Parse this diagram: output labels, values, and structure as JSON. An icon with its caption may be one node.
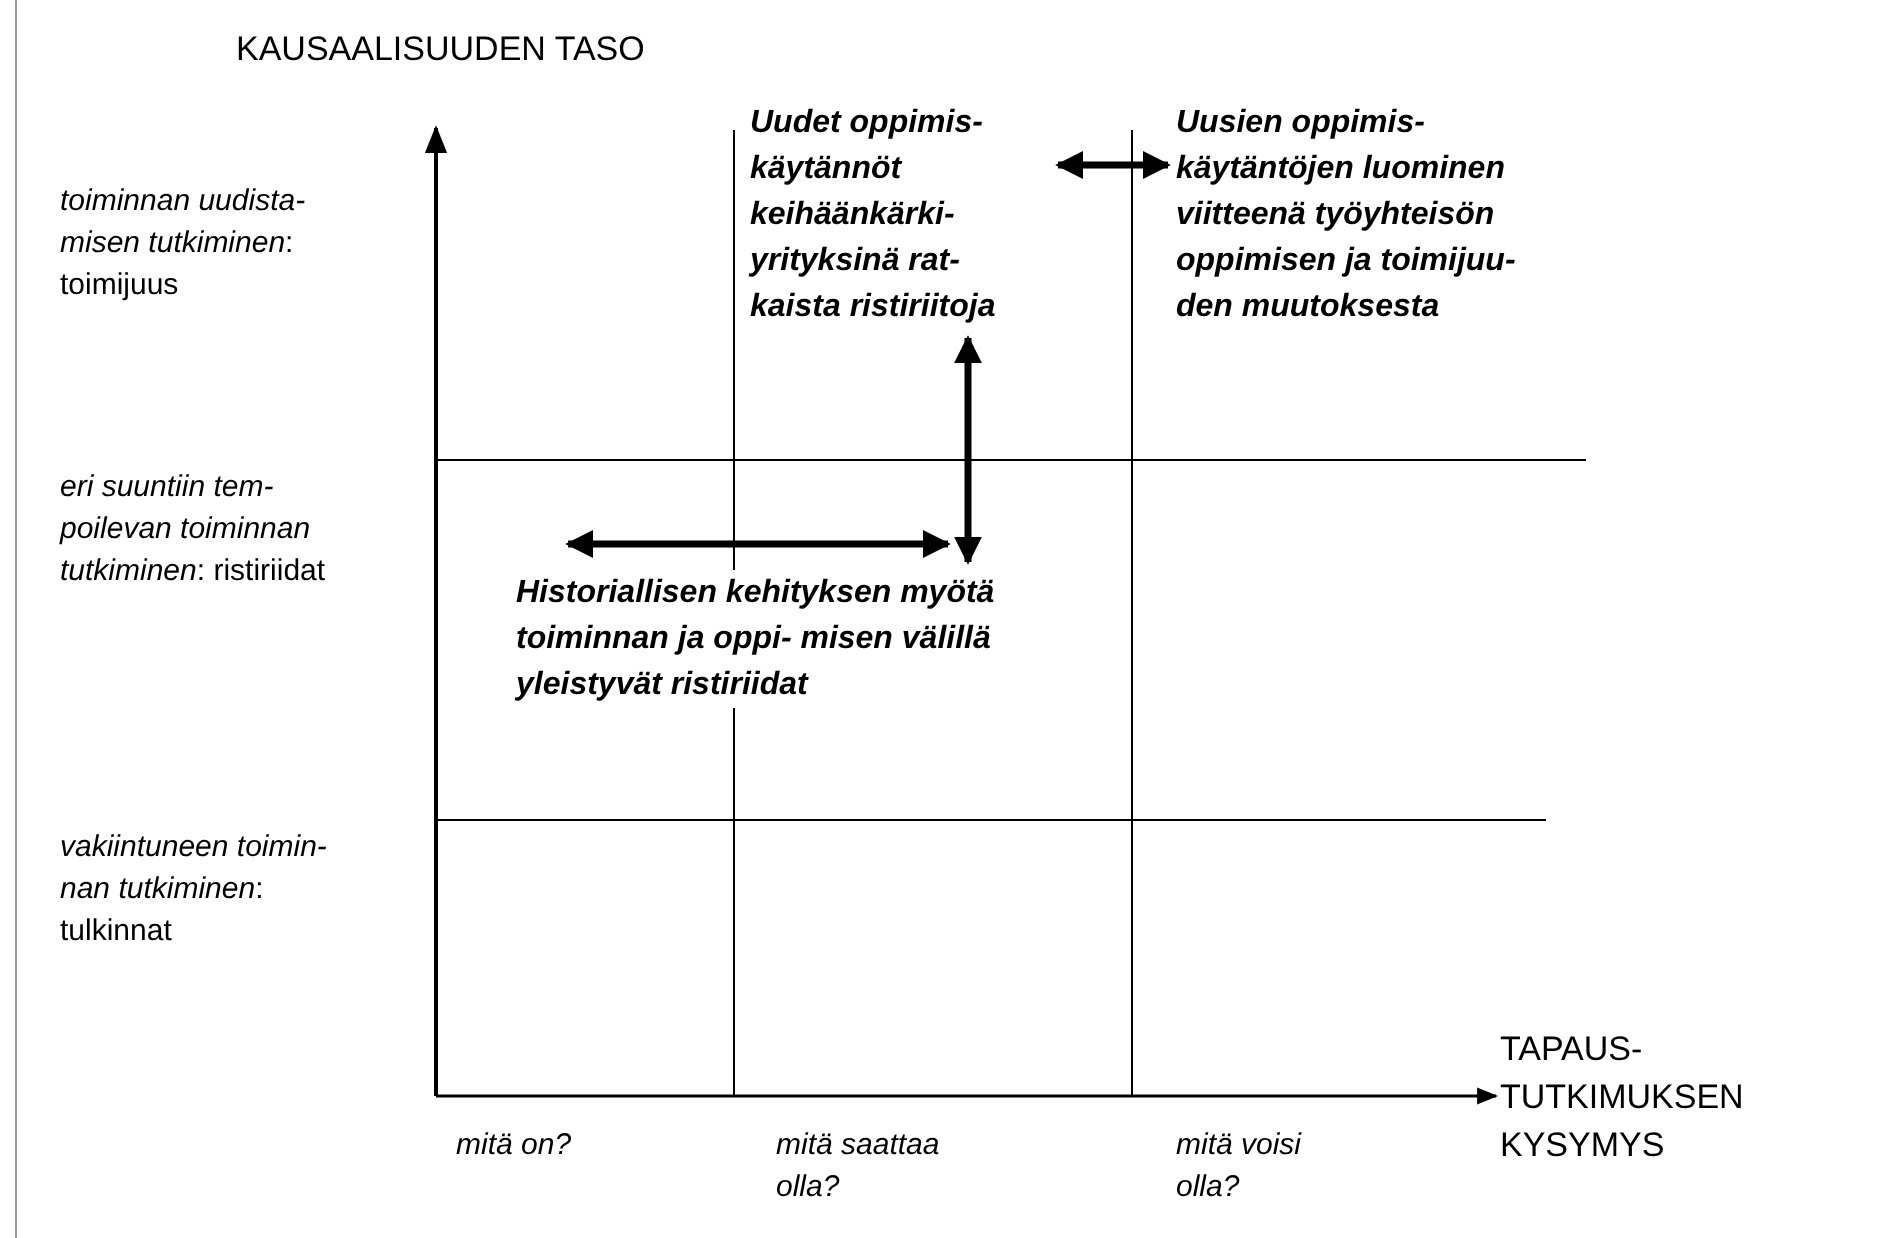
{
  "diagram": {
    "nodes": [
      {
        "text": [
          "Historiallisen kehityksen myötä toiminnan ja oppi- misen välillä yleistyvät ristiriidat"
        ]
      },
      {
        "text": [
          "Uudet oppimis- käytännöt keihäänkärki- yrityksinä rat- kaista ristiriitoja"
        ]
      },
      {
        "text": [
          "Uusien oppimis- käytäntöjen luominen viitteenä työyhteisön oppimisen ja toimijuu- den muutoksesta"
        ]
      }
    ],
    "edges": [
      {
        "from": 0,
        "to": 1,
        "arrow": "both"
      },
      {
        "from": 1,
        "to": 2,
        "arrow": "both"
      }
    ],
    "labels": [
      "KAUSAALISUUDEN TASO",
      "*toiminnan uudista- misen tutkiminen*: toimijuus",
      "*eri suuntiin tem- poilevan toiminnan tutkiminen*: ristiriidat",
      "*vakiintuneen toimin- nan tutkiminen*: tulkinnat",
      "TAPAUS- TUTKIMUKSEN KYSYMYS",
      "mitä on?",
      "mitä saattaa olla?",
      "mitä voisi olla?"
    ]
  }
}
